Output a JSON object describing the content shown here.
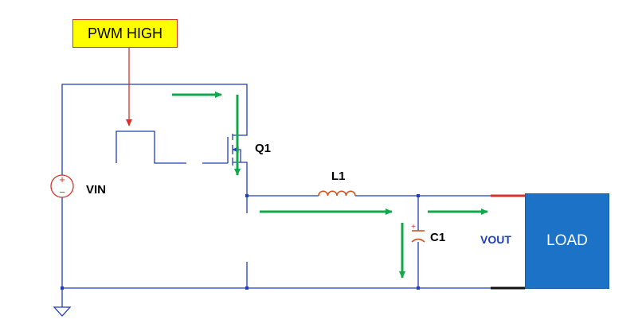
{
  "pwm_label": "PWM HIGH",
  "load_label": "LOAD",
  "components": {
    "vin": "VIN",
    "q1": "Q1",
    "l1": "L1",
    "c1": "C1",
    "vout": "VOUT",
    "vin_plus": "+",
    "vin_minus": "−",
    "c1_plus": "+"
  },
  "colors": {
    "wire": "#1f3fb8",
    "current_arrow": "#12a84a",
    "pwm_arrow": "#d6332b",
    "inductor": "#d4541e",
    "vin_source": "#d6332b",
    "vout_positive": "#d6332b",
    "vout_negative": "#111111",
    "load_fill": "#1c72c6",
    "pwm_fill": "#ffff00",
    "label": "#000000",
    "vout_label": "#1f3fb8"
  }
}
